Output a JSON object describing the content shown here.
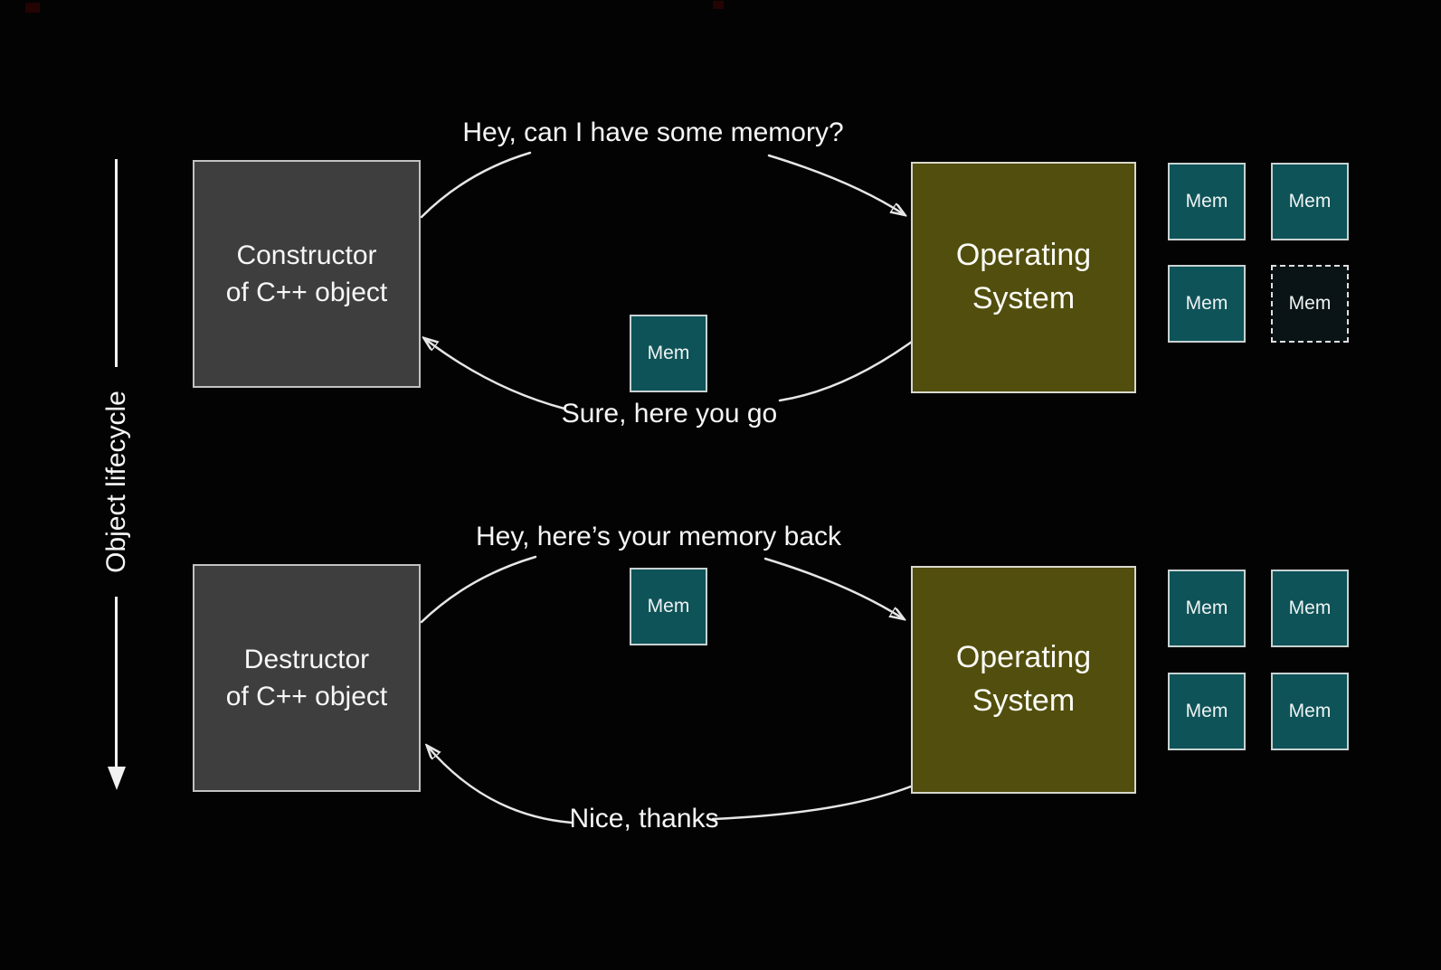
{
  "axis": {
    "label": "Object lifecycle"
  },
  "colors": {
    "background": "#030303",
    "actor_box": "#3e3e3e",
    "os_box": "#524e0d",
    "mem_box": "#0e5358",
    "mem_box_freed": "#0a1416",
    "line": "#e6e6e6",
    "text": "#f6f6f6"
  },
  "top": {
    "actor": {
      "line1": "Constructor",
      "line2": "of C++ object"
    },
    "os": {
      "line1": "Operating",
      "line2": "System"
    },
    "request_label": "Hey, can I have some memory?",
    "response_label": "Sure, here you go",
    "transfer_mem": {
      "label": "Mem"
    },
    "os_memory": [
      {
        "label": "Mem",
        "allocated": true
      },
      {
        "label": "Mem",
        "allocated": true
      },
      {
        "label": "Mem",
        "allocated": true
      },
      {
        "label": "Mem",
        "allocated": false
      }
    ]
  },
  "bottom": {
    "actor": {
      "line1": "Destructor",
      "line2": "of C++ object"
    },
    "os": {
      "line1": "Operating",
      "line2": "System"
    },
    "request_label": "Hey, here’s your memory back",
    "response_label": "Nice, thanks",
    "transfer_mem": {
      "label": "Mem"
    },
    "os_memory": [
      {
        "label": "Mem",
        "allocated": true
      },
      {
        "label": "Mem",
        "allocated": true
      },
      {
        "label": "Mem",
        "allocated": true
      },
      {
        "label": "Mem",
        "allocated": true
      }
    ]
  }
}
